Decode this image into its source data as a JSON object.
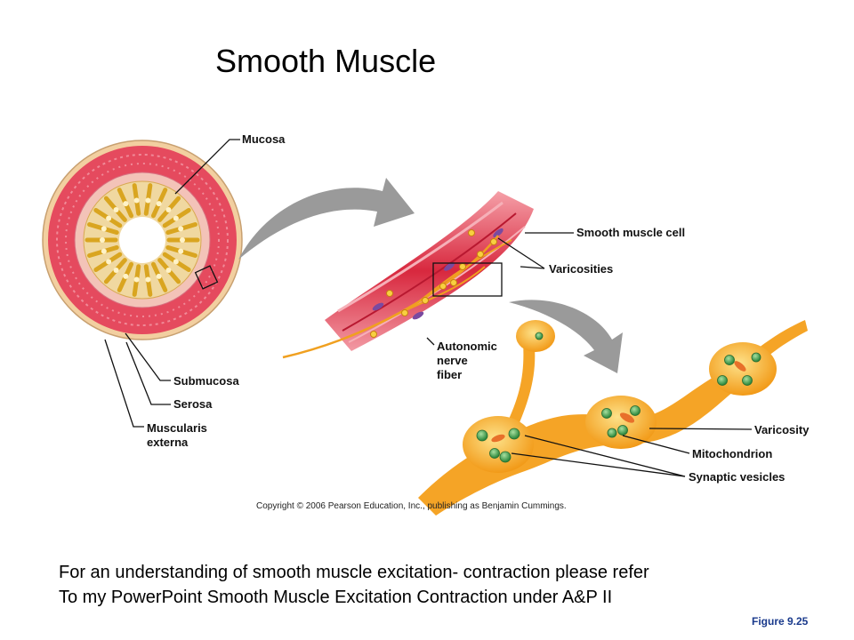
{
  "title": "Smooth Muscle",
  "labels": {
    "mucosa": "Mucosa",
    "submucosa": "Submucosa",
    "serosa": "Serosa",
    "muscularis_line1": "Muscularis",
    "muscularis_line2": "externa",
    "smooth_muscle_cell": "Smooth muscle cell",
    "varicosities": "Varicosities",
    "autonomic_line1": "Autonomic",
    "autonomic_line2": "nerve",
    "autonomic_line3": "fiber",
    "varicosity": "Varicosity",
    "mitochondrion": "Mitochondrion",
    "synaptic_vesicles": "Synaptic vesicles"
  },
  "copyright": "Copyright © 2006 Pearson Education, Inc., publishing as Benjamin Cummings.",
  "caption": {
    "line1": "For an understanding of smooth muscle excitation- contraction please refer",
    "line2": "To my PowerPoint Smooth Muscle Excitation Contraction under A&P II"
  },
  "figure_number": "Figure 9.25",
  "colors": {
    "muscle_red": "#e0465a",
    "mucosa_yellow": "#e8c25a",
    "nerve_orange": "#f2a020",
    "vesicle_green": "#3a9a4a",
    "figure_label_blue": "#1a3a8c"
  }
}
